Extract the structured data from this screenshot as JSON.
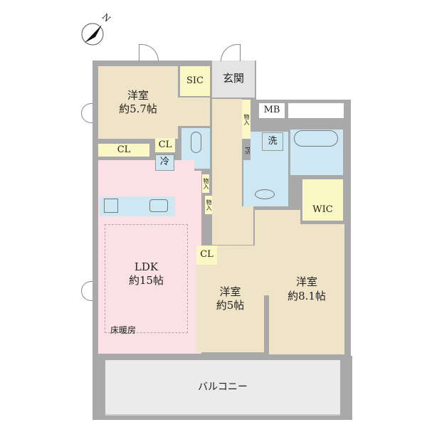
{
  "compass": {
    "label": "N"
  },
  "colors": {
    "wall": "#a9a9a9",
    "bedroom": "#efe3c8",
    "ldk": "#fbe1e5",
    "storage": "#fcf8c6",
    "wet": "#cde8f2",
    "entrance": "#e4e4e4",
    "balcony": "#ebebeb"
  },
  "rooms": {
    "bedroom1": {
      "name": "洋室",
      "size": "約5.7帖"
    },
    "sic": {
      "name": "SIC"
    },
    "entrance": {
      "name": "玄関"
    },
    "mb": {
      "name": "MB"
    },
    "storage1": {
      "name": "物入"
    },
    "storage2": {
      "name": "物入"
    },
    "storage3": {
      "name": "物入"
    },
    "ps": {
      "name": "PS"
    },
    "laundry": {
      "name": "洗"
    },
    "cl1": {
      "name": "CL"
    },
    "cl2": {
      "name": "CL"
    },
    "fridge": {
      "name": "冷"
    },
    "wic": {
      "name": "WIC"
    },
    "ldk": {
      "name": "LDK",
      "size": "約15帖",
      "note": "床暖房"
    },
    "cl3": {
      "name": "CL"
    },
    "bedroom2": {
      "name": "洋室",
      "size": "約5帖"
    },
    "bedroom3": {
      "name": "洋室",
      "size": "約8.1帖"
    },
    "balcony": {
      "name": "バルコニー"
    }
  }
}
